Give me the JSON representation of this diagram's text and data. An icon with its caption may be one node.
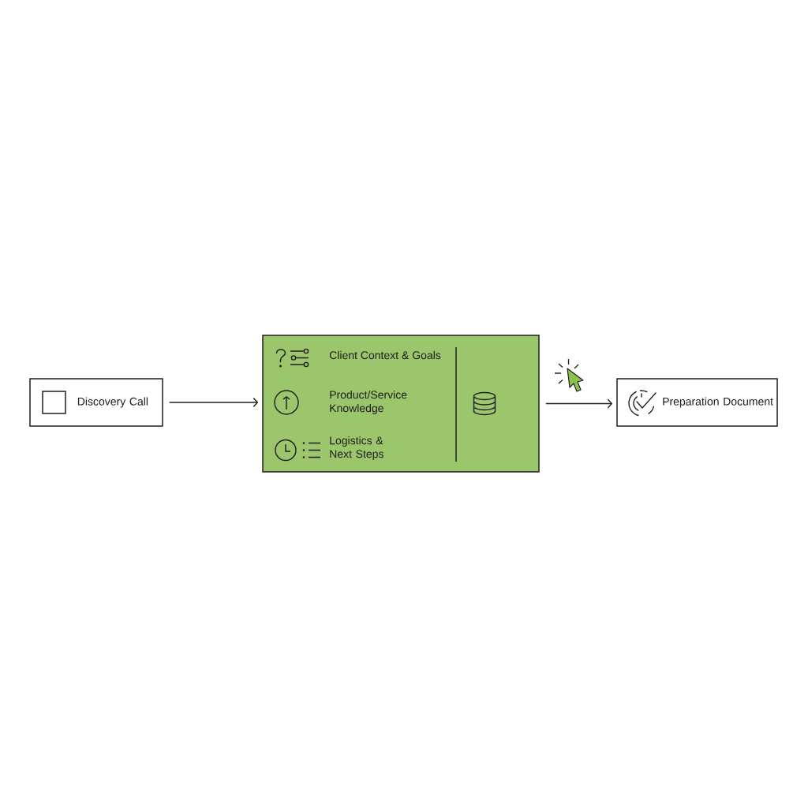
{
  "diagram": {
    "nodes": [
      {
        "text": [
          "Discovery Call"
        ]
      },
      {
        "text": [
          "Client Context & Goals",
          "Product/Service Knowledge",
          "Logistics & Next Steps"
        ]
      },
      {
        "text": [
          "Preparation Document"
        ]
      }
    ],
    "edges": [
      {
        "from": 0,
        "to": 1,
        "arrow": "to"
      },
      {
        "from": 1,
        "to": 2,
        "arrow": "to"
      }
    ]
  }
}
